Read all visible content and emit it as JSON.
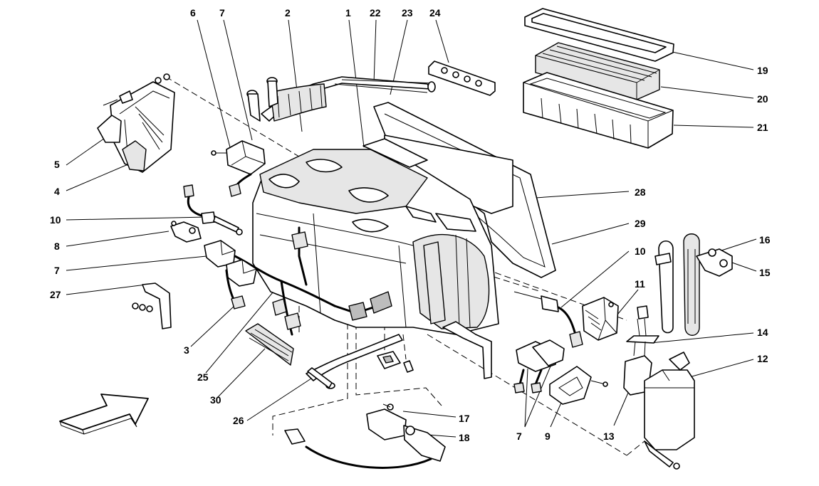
{
  "callouts": [
    "1",
    "2",
    "3",
    "4",
    "5",
    "6",
    "7",
    "7",
    "7",
    "8",
    "9",
    "10",
    "10",
    "11",
    "12",
    "13",
    "14",
    "15",
    "16",
    "17",
    "18",
    "19",
    "20",
    "21",
    "22",
    "23",
    "24",
    "25",
    "26",
    "27",
    "28",
    "29",
    "30"
  ],
  "colors": {
    "line": "#000000",
    "fill": "#ffffff",
    "shade": "#e6e6e6",
    "dark": "#bdbdbd"
  }
}
